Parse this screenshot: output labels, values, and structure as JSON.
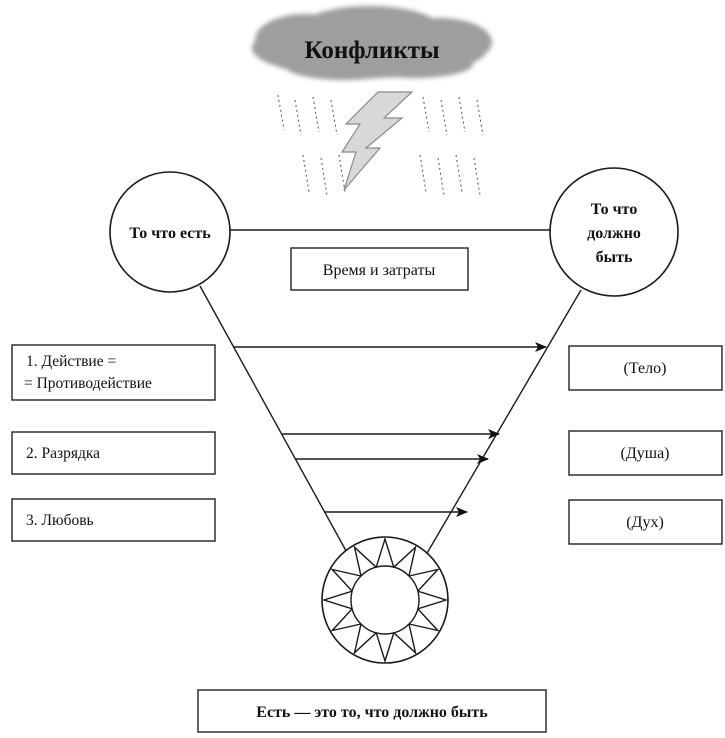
{
  "cloud": {
    "label": "Конфликты"
  },
  "left_circle": {
    "label": "То что есть"
  },
  "right_circle": {
    "lines": [
      "То что",
      "должно",
      "быть"
    ]
  },
  "top_box": {
    "label": "Время и затраты"
  },
  "levels_left": [
    {
      "lines": [
        "1. Действие =",
        "= Противодействие"
      ]
    },
    {
      "lines": [
        "2. Разрядка"
      ]
    },
    {
      "lines": [
        "3. Любовь"
      ]
    }
  ],
  "levels_right": [
    {
      "label": "(Тело)"
    },
    {
      "label": "(Душа)"
    },
    {
      "label": "(Дух)"
    }
  ],
  "bottom_box": {
    "label": "Есть — это то, что должно быть"
  },
  "colors": {
    "cloud": "#9e9e9e",
    "ink": "#111111",
    "lightning": "#d8d8d8"
  }
}
